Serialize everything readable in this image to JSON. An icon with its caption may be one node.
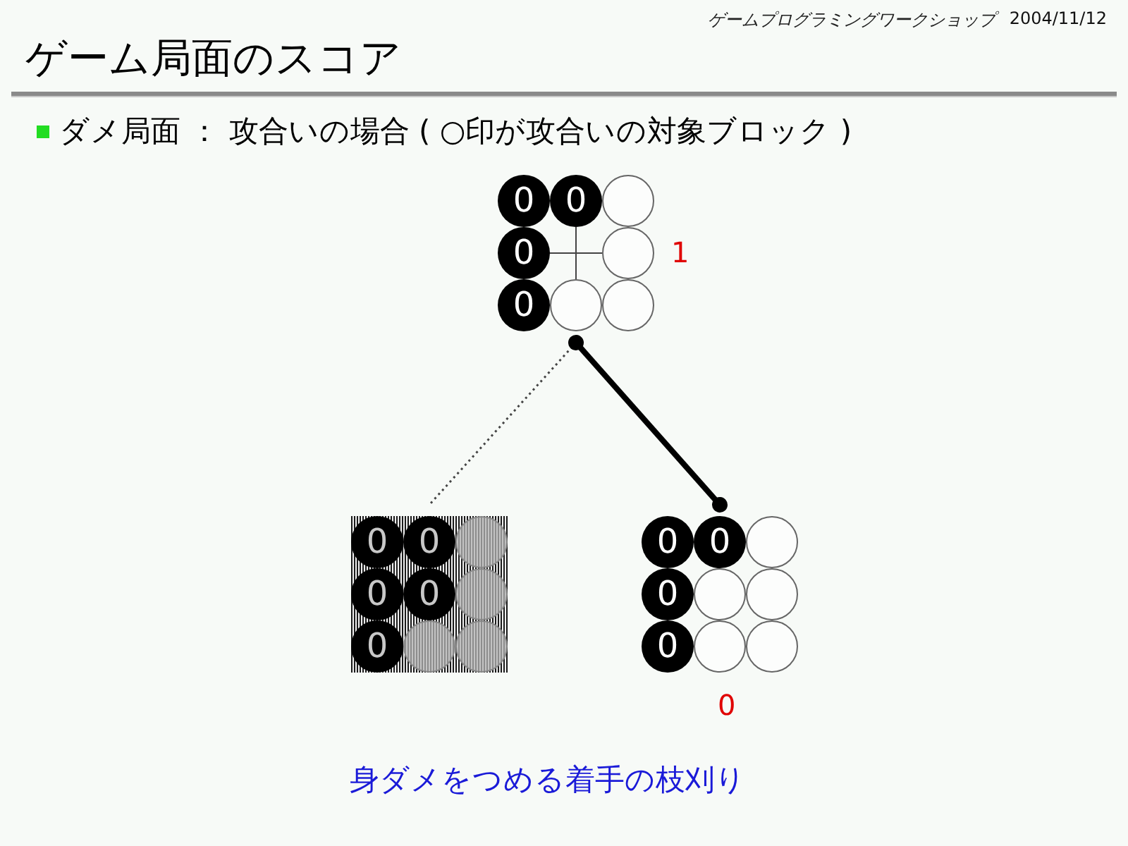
{
  "diagram": {
    "title": "ゲーム局面のスコア",
    "caption": "身ダメをつめる着手の枝刈り",
    "nodes": [
      {
        "text": [
          "0",
          "0",
          "0",
          "0"
        ],
        "beside": [
          "1"
        ]
      },
      {
        "text": [
          "0",
          "0",
          "0",
          "0",
          "0"
        ]
      },
      {
        "text": [
          "0",
          "0",
          "0",
          "0"
        ],
        "beside": [
          "0"
        ]
      }
    ],
    "edges": [
      {
        "from": 0,
        "to": 1,
        "arrow": "none",
        "style": "dashed"
      },
      {
        "from": 0,
        "to": 2,
        "arrow": "other",
        "style": "thick"
      }
    ],
    "labels": [
      "ゲームプログラミングワークショップ",
      "2004/11/12",
      "ダメ局面 ： 攻合いの場合 ( ○印が攻合いの対象ブロック )"
    ]
  }
}
